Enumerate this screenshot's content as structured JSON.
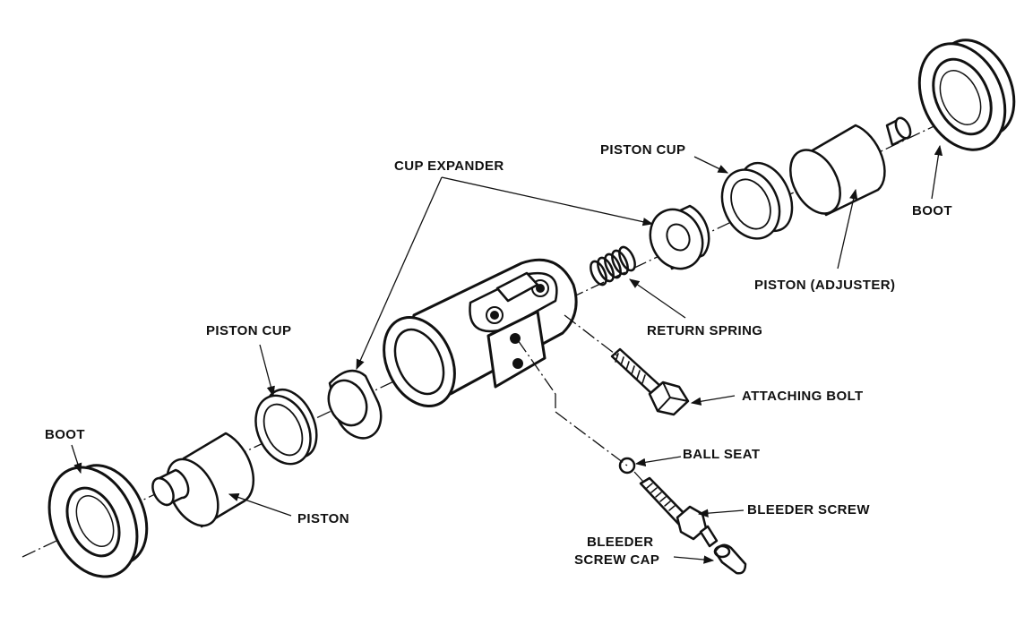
{
  "labels": {
    "cup_expander": "CUP EXPANDER",
    "piston_cup_right": "PISTON CUP",
    "boot_right": "BOOT",
    "piston_adjuster": "PISTON (ADJUSTER)",
    "return_spring": "RETURN SPRING",
    "attaching_bolt": "ATTACHING BOLT",
    "piston_cup_left": "PISTON CUP",
    "boot_left": "BOOT",
    "piston": "PISTON",
    "ball_seat": "BALL SEAT",
    "bleeder_screw": "BLEEDER SCREW",
    "bleeder_screw_cap_line1": "BLEEDER",
    "bleeder_screw_cap_line2": "SCREW CAP"
  },
  "colors": {
    "ink": "#111111",
    "background": "#ffffff"
  }
}
